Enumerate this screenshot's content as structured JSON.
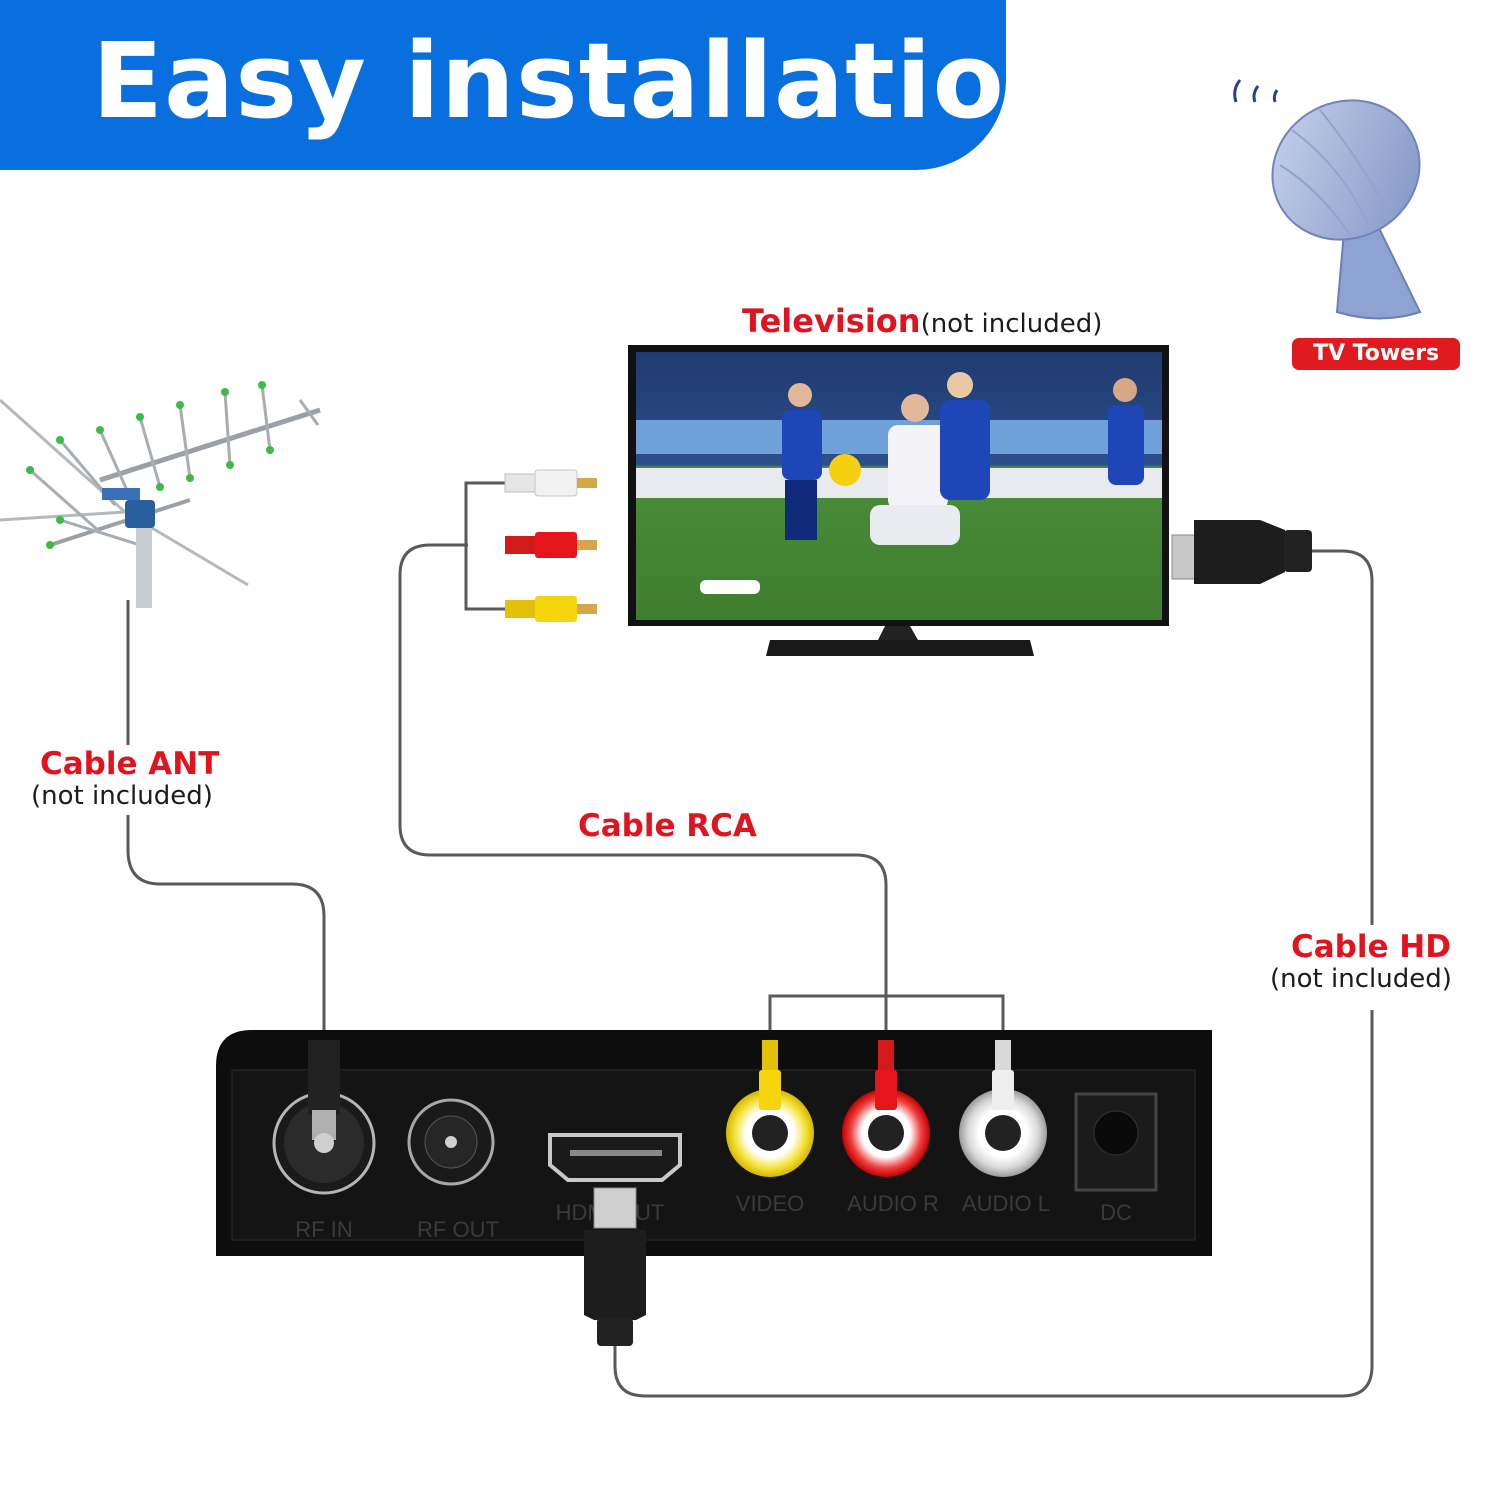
{
  "banner": {
    "title": "Easy installation"
  },
  "tower": {
    "label": "TV Towers"
  },
  "television": {
    "label": "Television",
    "note": "(not included)"
  },
  "cables": {
    "ant": {
      "label": "Cable ANT",
      "note": "(not included)"
    },
    "rca": {
      "label": "Cable RCA"
    },
    "hd": {
      "label": "Cable HD",
      "note": "(not included)"
    }
  },
  "receiver": {
    "ports": [
      "RF IN",
      "RF OUT",
      "HDMI OUT",
      "VIDEO",
      "AUDIO R",
      "AUDIO L",
      "DC"
    ]
  },
  "colors": {
    "banner": "#0a6fde",
    "label_red": "#e0141e",
    "rca_white": "#d9d9d9",
    "rca_red": "#e4141c",
    "rca_yellow": "#f3d30a"
  }
}
